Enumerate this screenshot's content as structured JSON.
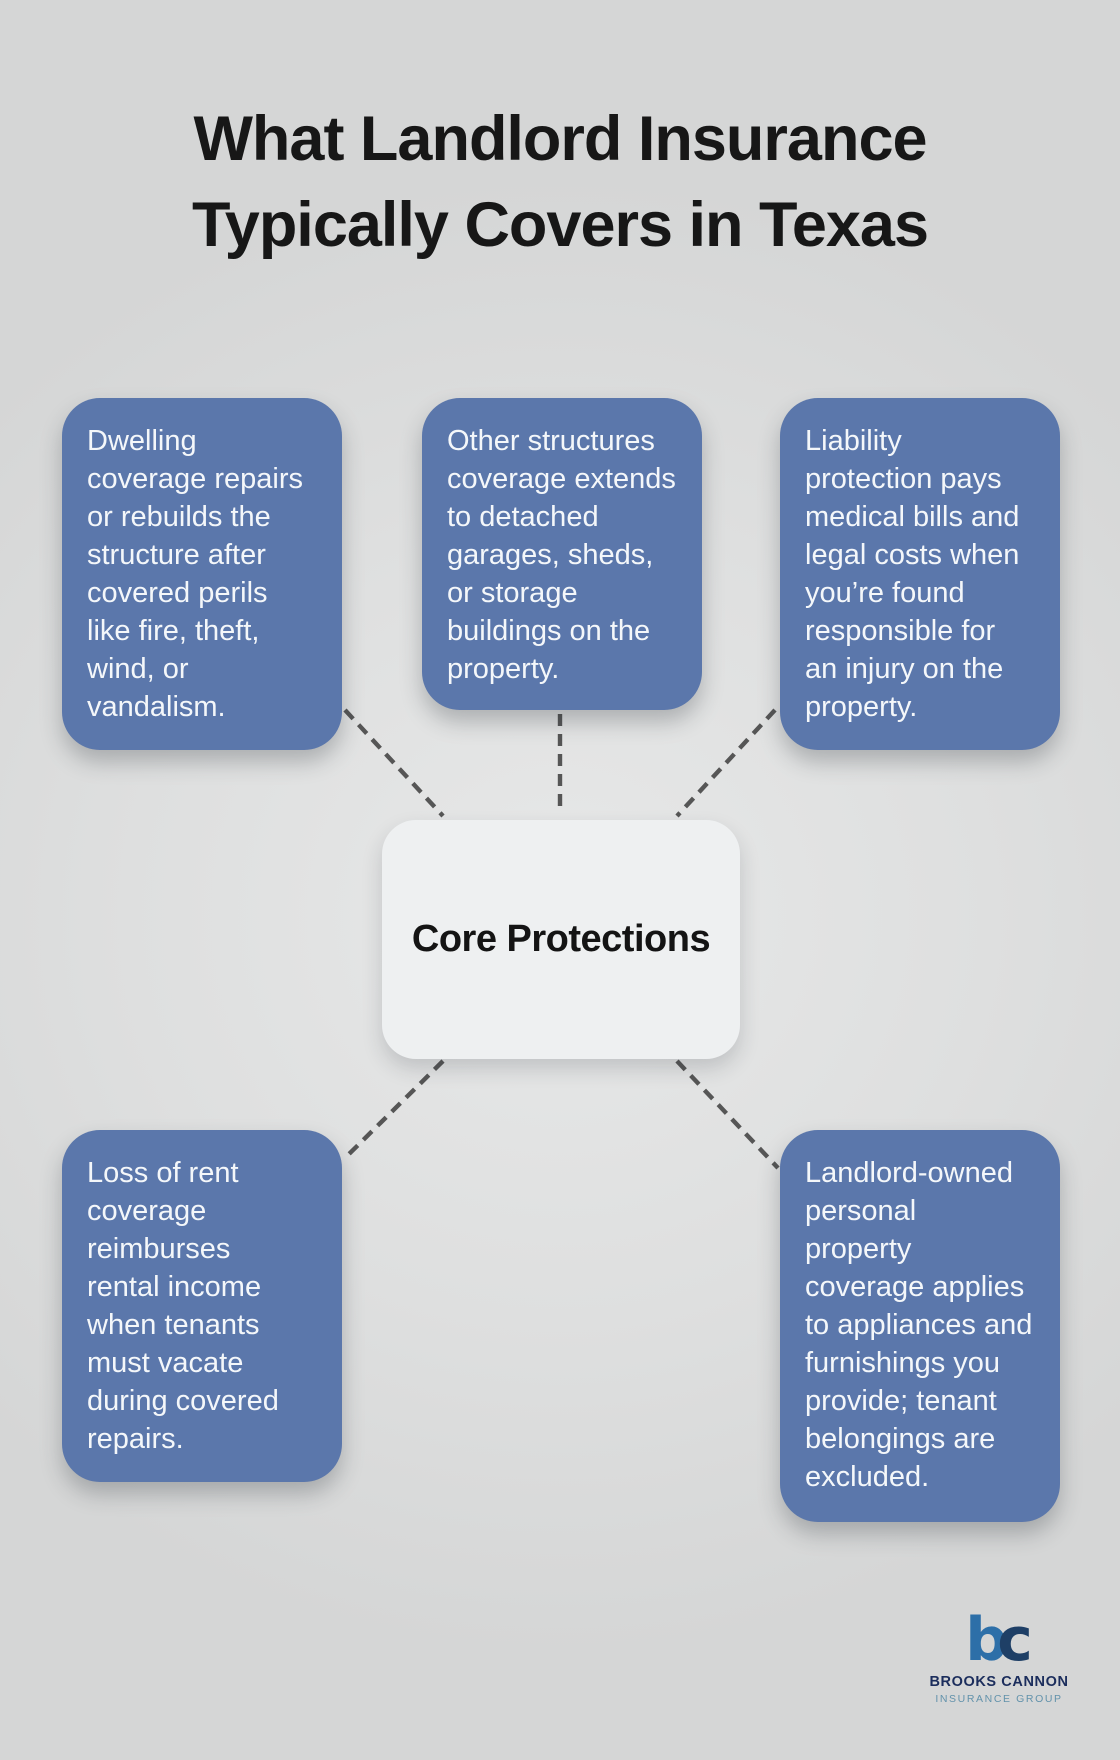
{
  "title": {
    "text": "What Landlord Insurance\nTypically Covers in Texas"
  },
  "center_node": {
    "label": "Core Protections"
  },
  "cards": [
    {
      "name": "dwelling-coverage",
      "text": "Dwelling\ncoverage repairs\nor rebuilds the\nstructure after\ncovered perils\nlike fire, theft,\nwind, or\nvandalism."
    },
    {
      "name": "other-structures-coverage",
      "text": "Other structures\ncoverage extends\nto detached\ngarages, sheds,\nor storage\nbuildings on the\nproperty."
    },
    {
      "name": "liability-protection",
      "text": "Liability\nprotection pays\nmedical bills and\nlegal costs when\nyou’re found\nresponsible for\nan injury on the\nproperty."
    },
    {
      "name": "loss-of-rent-coverage",
      "text": "Loss of rent\ncoverage\nreimburses\nrental income\nwhen tenants\nmust vacate\nduring covered\nrepairs."
    },
    {
      "name": "landlord-personal-property-coverage",
      "text": "Landlord-owned\npersonal\nproperty\ncoverage applies\nto appliances and\nfurnishings you\nprovide; tenant\nbelongings are\nexcluded."
    }
  ],
  "logo": {
    "mark_b": "b",
    "mark_c": "c",
    "company": "BROOKS CANNON",
    "tagline": "INSURANCE GROUP"
  },
  "colors": {
    "bg": "#dcdddd",
    "card": "#5b77ab",
    "card-text": "#f4f7fa",
    "node": "#eef0f1",
    "node-text": "#141414",
    "title-text": "#171717",
    "connector": "#565656",
    "logo-b": "#2d6fa8",
    "logo-c": "#1e3f66",
    "logo-company": "#1b2d5c",
    "logo-tagline": "#6292ab"
  }
}
